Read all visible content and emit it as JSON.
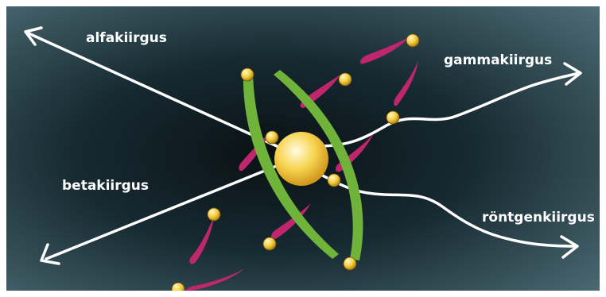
{
  "labels": {
    "alpha": "alfakiirgus",
    "gamma": "gammakiirgus",
    "beta": "betakiirgus",
    "xray": "röntgenkiirgus"
  },
  "colors": {
    "background_light": "#46626b",
    "background_dark": "#0a1114",
    "ray": "#ffffff",
    "orbit": "#6fb33a",
    "trail": "#c0266e",
    "particle": "#f2cc3a",
    "nucleus": "#f7d34e"
  }
}
